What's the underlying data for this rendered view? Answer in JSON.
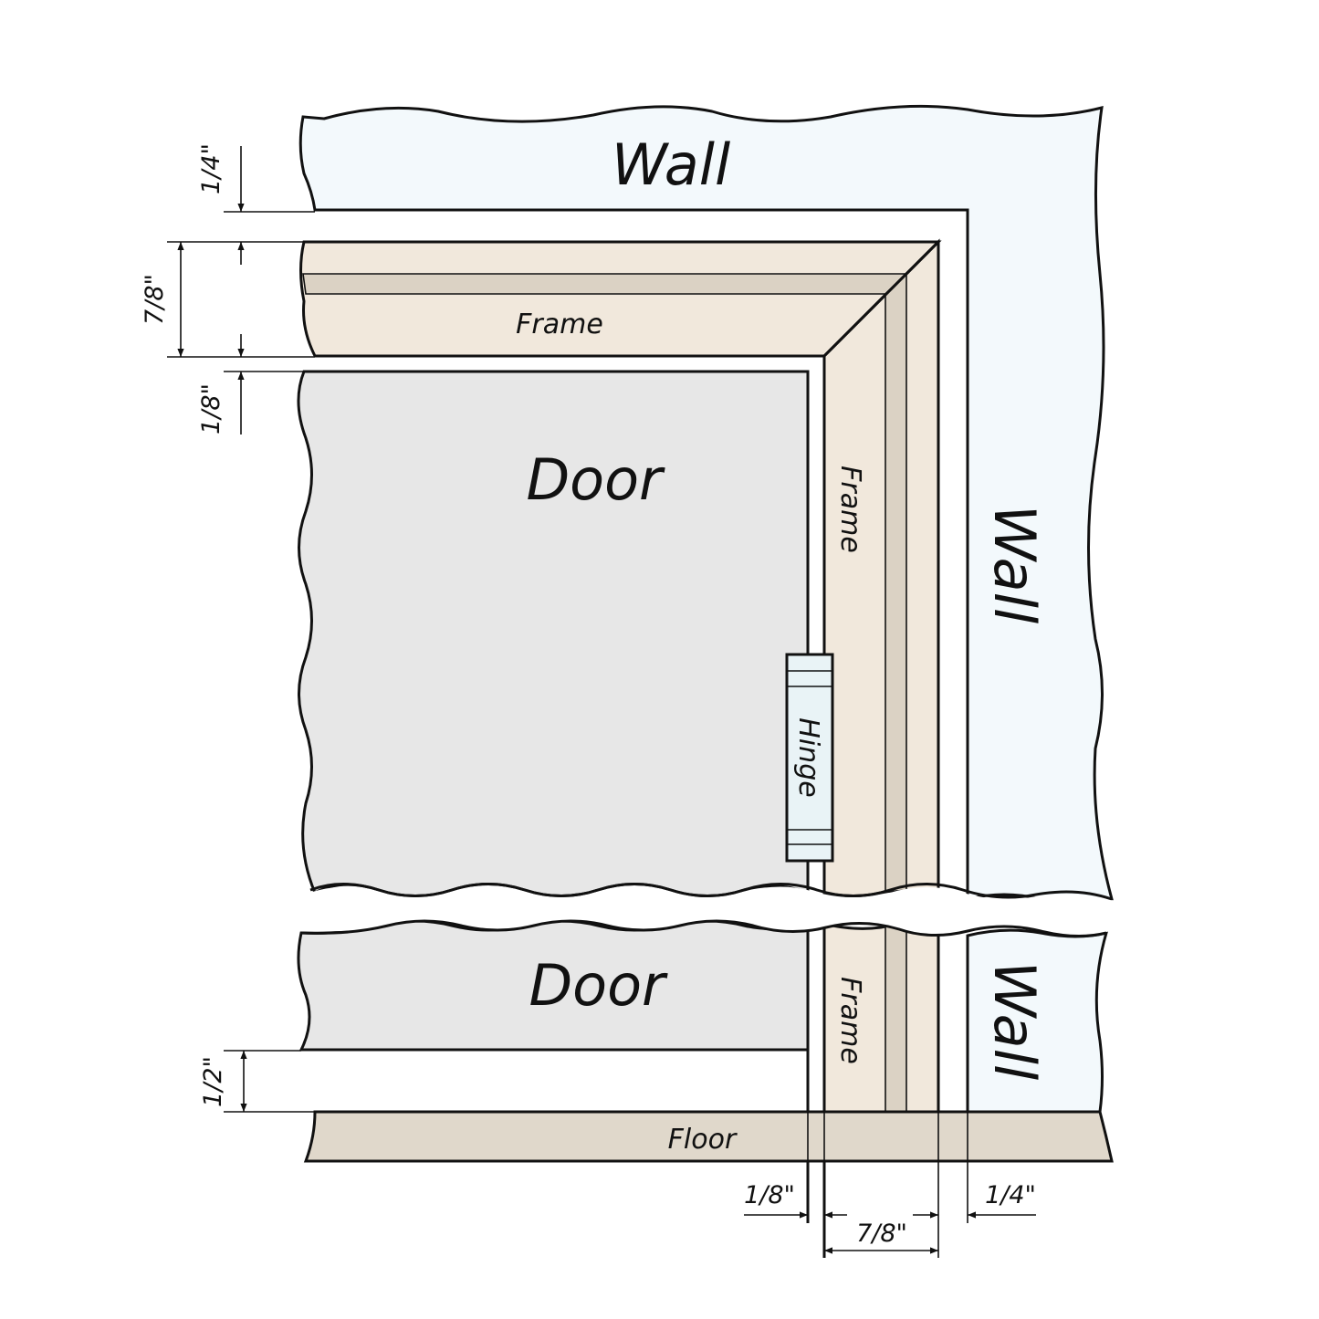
{
  "labels": {
    "wall": "Wall",
    "frame": "Frame",
    "door": "Door",
    "hinge": "Hinge",
    "floor": "Floor"
  },
  "dimensions": {
    "top_gap": "1/4\"",
    "frame_width_left": "7/8\"",
    "door_gap_top": "1/8\"",
    "floor_gap": "1/2\"",
    "door_gap_side": "1/8\"",
    "wall_gap_side": "1/4\"",
    "frame_width_bottom": "7/8\""
  },
  "colors": {
    "wall": "#f3f9fc",
    "frame": "#f1e8dc",
    "frame_stop": "#dbd2c4",
    "door": "#e7e7e7",
    "hinge": "#e9f3f6",
    "floor": "#e0d8cb",
    "line": "#111111"
  }
}
